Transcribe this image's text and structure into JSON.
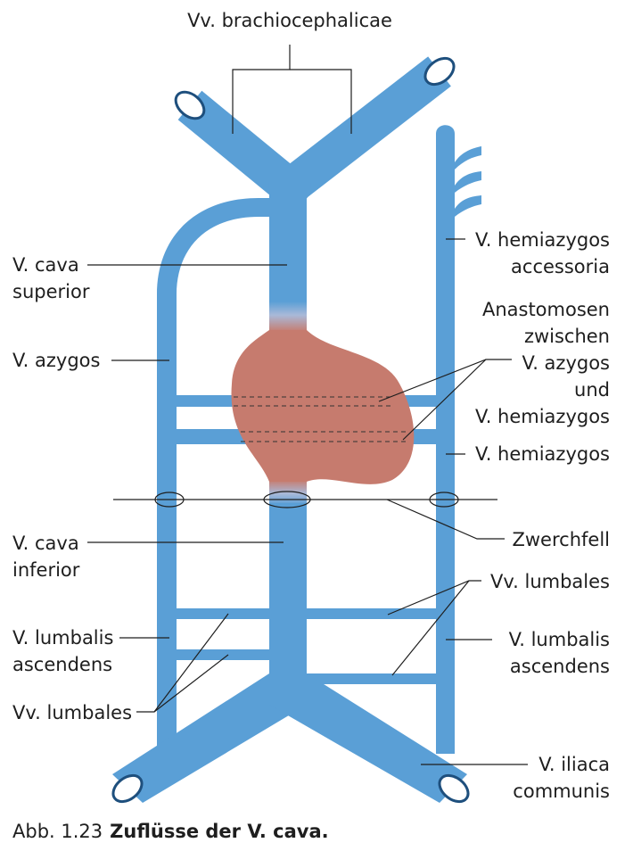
{
  "labels": {
    "brachiocephalicae": "Vv. brachiocephalicae",
    "cava_superior_1": "V. cava",
    "cava_superior_2": "superior",
    "azygos": "V. azygos",
    "hemiazygos_acc_1": "V. hemiazygos",
    "hemiazygos_acc_2": "accessoria",
    "anast_1": "Anastomosen",
    "anast_2": "zwischen",
    "anast_3": "V. azygos",
    "anast_4": "und",
    "anast_5": "V. hemiazygos",
    "hemiazygos": "V. hemiazygos",
    "zwerchfell": "Zwerchfell",
    "cava_inferior_1": "V. cava",
    "cava_inferior_2": "inferior",
    "lumbales_right": "Vv. lumbales",
    "lumbalis_asc_left_1": "V. lumbalis",
    "lumbalis_asc_left_2": "ascendens",
    "lumbalis_asc_right_1": "V. lumbalis",
    "lumbalis_asc_right_2": "ascendens",
    "lumbales_left": "Vv. lumbales",
    "iliaca_1": "V. iliaca",
    "iliaca_2": "communis"
  },
  "caption": {
    "number": "Abb. 1.23",
    "title": "Zuflüsse der V. cava."
  },
  "colors": {
    "vein": "#5a9fd6",
    "heart": "#c67b6e",
    "text": "#1e1e1e"
  }
}
